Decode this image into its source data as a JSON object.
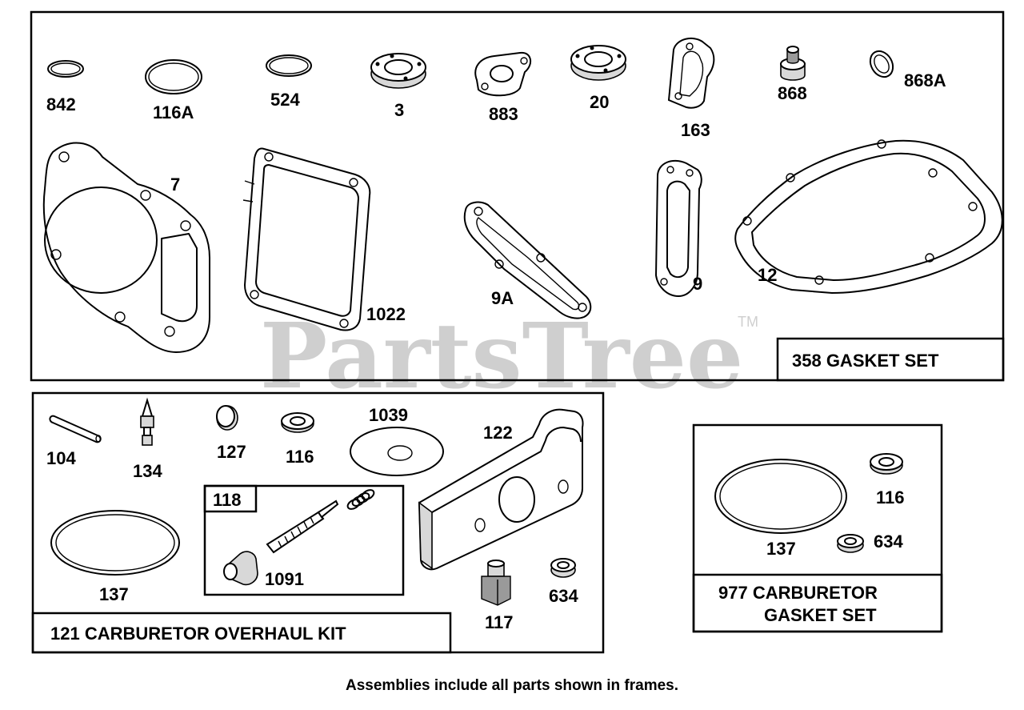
{
  "watermark": {
    "text": "PartsTree",
    "tm": "TM"
  },
  "footer_note": "Assemblies include all parts shown in frames.",
  "frames": {
    "gasket_set": "358 GASKET SET",
    "overhaul_kit": "121 CARBURETOR OVERHAUL KIT",
    "sub_kit": "118",
    "carb_gasket_line1": "977 CARBURETOR",
    "carb_gasket_line2": "GASKET SET"
  },
  "parts": {
    "p842": "842",
    "p116A": "116A",
    "p524": "524",
    "p3": "3",
    "p883": "883",
    "p20": "20",
    "p163": "163",
    "p868": "868",
    "p868A": "868A",
    "p7": "7",
    "p1022": "1022",
    "p9A": "9A",
    "p9": "9",
    "p12": "12",
    "p104": "104",
    "p134": "134",
    "p127": "127",
    "p116": "116",
    "p1039": "1039",
    "p122": "122",
    "p137": "137",
    "p1091": "1091",
    "p117": "117",
    "p634": "634",
    "p137b": "137",
    "p116b": "116",
    "p634b": "634"
  }
}
